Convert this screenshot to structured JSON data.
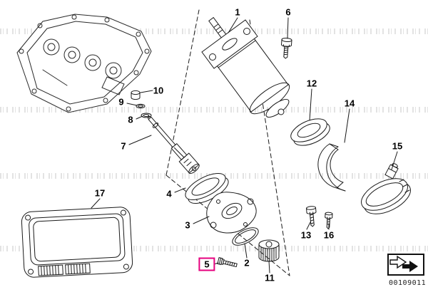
{
  "callouts": [
    "1",
    "2",
    "3",
    "4",
    "5",
    "6",
    "7",
    "8",
    "9",
    "10",
    "11",
    "12",
    "13",
    "14",
    "15",
    "16",
    "17"
  ],
  "highlighted_callout": "5",
  "footer": {
    "part_code": "00109011"
  },
  "colors": {
    "highlight": "#e6007e",
    "line": "#1a1a1a",
    "watermark": "#9a9a9a"
  }
}
